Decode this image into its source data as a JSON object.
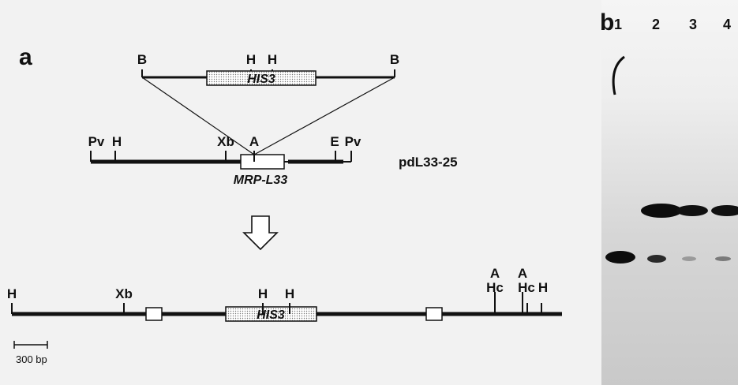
{
  "panel_a": {
    "label": "a",
    "insert": {
      "gene": "HIS3",
      "sites_left": "B",
      "sites_h1": "H",
      "sites_h2": "H",
      "sites_right": "B"
    },
    "plasmid": {
      "name": "pdL33-25",
      "gene": "MRP-L33",
      "site_pv_left": "Pv",
      "site_h_left": "H",
      "site_xb": "Xb",
      "site_a": "A",
      "site_e": "E",
      "site_pv_right": "Pv"
    },
    "genomic": {
      "gene": "HIS3",
      "site_h_far_left": "H",
      "site_xb": "Xb",
      "site_h1": "H",
      "site_h2": "H",
      "site_a1": "A",
      "site_a2": "A",
      "site_hc1": "Hc",
      "site_hc2": "Hc",
      "site_h_right": "H"
    },
    "scale_bar": "300 bp"
  },
  "panel_b": {
    "label": "b",
    "lanes": [
      "1",
      "2",
      "3",
      "4"
    ]
  },
  "colors": {
    "ink": "#111111",
    "gel_band": "#0d0d0d",
    "background": "#f2f2f2"
  }
}
